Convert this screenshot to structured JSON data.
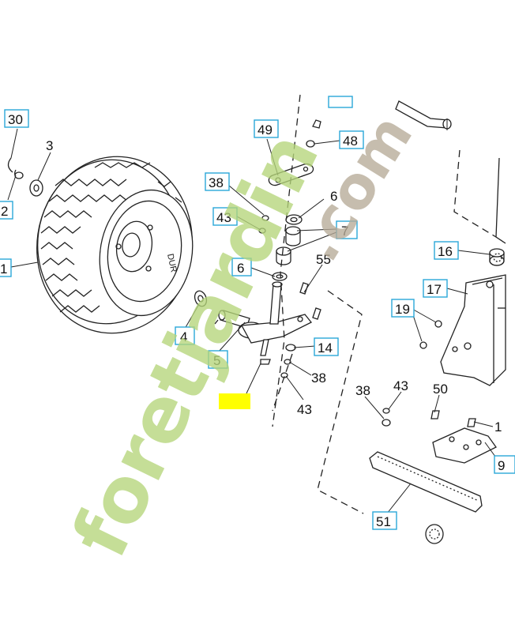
{
  "parts": [
    {
      "id": "30",
      "boxed": true
    },
    {
      "id": "3",
      "boxed": false
    },
    {
      "id": "2",
      "boxed": true
    },
    {
      "id": "1",
      "boxed": true
    },
    {
      "id": "49",
      "boxed": true
    },
    {
      "id": "48",
      "boxed": true
    },
    {
      "id": "38a",
      "text": "38",
      "boxed": true
    },
    {
      "id": "6a",
      "text": "6",
      "boxed": false
    },
    {
      "id": "43a",
      "text": "43",
      "boxed": true
    },
    {
      "id": "7",
      "boxed": true
    },
    {
      "id": "6b",
      "text": "6",
      "boxed": true
    },
    {
      "id": "55",
      "boxed": false
    },
    {
      "id": "4",
      "boxed": true
    },
    {
      "id": "5",
      "boxed": true
    },
    {
      "id": "14",
      "boxed": true
    },
    {
      "id": "38b",
      "text": "38",
      "boxed": false
    },
    {
      "id": "43b",
      "text": "43",
      "boxed": false
    },
    {
      "id": "16",
      "boxed": true
    },
    {
      "id": "17",
      "boxed": true
    },
    {
      "id": "19",
      "boxed": true
    },
    {
      "id": "38c",
      "text": "38",
      "boxed": false
    },
    {
      "id": "43c",
      "text": "43",
      "boxed": false
    },
    {
      "id": "50",
      "boxed": false
    },
    {
      "id": "1b",
      "text": "1",
      "boxed": false
    },
    {
      "id": "9",
      "boxed": true
    },
    {
      "id": "51",
      "boxed": true
    }
  ],
  "watermark": {
    "text": "foretjardin.com",
    "color_primary": "#b5d67a",
    "color_secondary": "#b7ab98"
  },
  "highlight": {
    "color": "#ffff00"
  },
  "tire": {
    "sidewall_text": "DUR"
  },
  "colors": {
    "label_box": "#2aa7d8",
    "ink": "#222222"
  }
}
